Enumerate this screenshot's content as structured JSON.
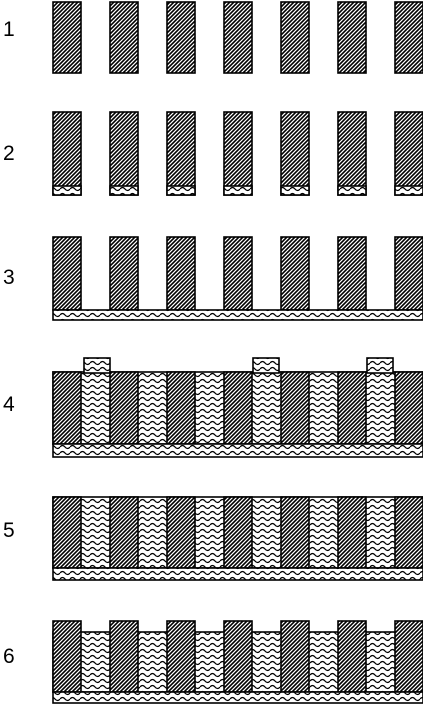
{
  "diagram": {
    "steps": [
      {
        "label": "1",
        "pillars": 7,
        "under_deposit": "none",
        "substrate_layer": false,
        "fill": "none"
      },
      {
        "label": "2",
        "pillars": 7,
        "under_deposit": "pillar-bottoms",
        "substrate_layer": false,
        "fill": "none"
      },
      {
        "label": "3",
        "pillars": 7,
        "under_deposit": "none",
        "substrate_layer": true,
        "fill": "none"
      },
      {
        "label": "4",
        "pillars": 7,
        "under_deposit": "none",
        "substrate_layer": true,
        "fill": "overfilled-uneven"
      },
      {
        "label": "5",
        "pillars": 7,
        "under_deposit": "none",
        "substrate_layer": true,
        "fill": "planarized"
      },
      {
        "label": "6",
        "pillars": 7,
        "under_deposit": "none",
        "substrate_layer": true,
        "fill": "recessed"
      }
    ],
    "pillar_pattern": "diagonal-hatch",
    "fill_pattern": "wavy-lines",
    "colors": {
      "ink": "#000000",
      "background": "#ffffff"
    }
  }
}
